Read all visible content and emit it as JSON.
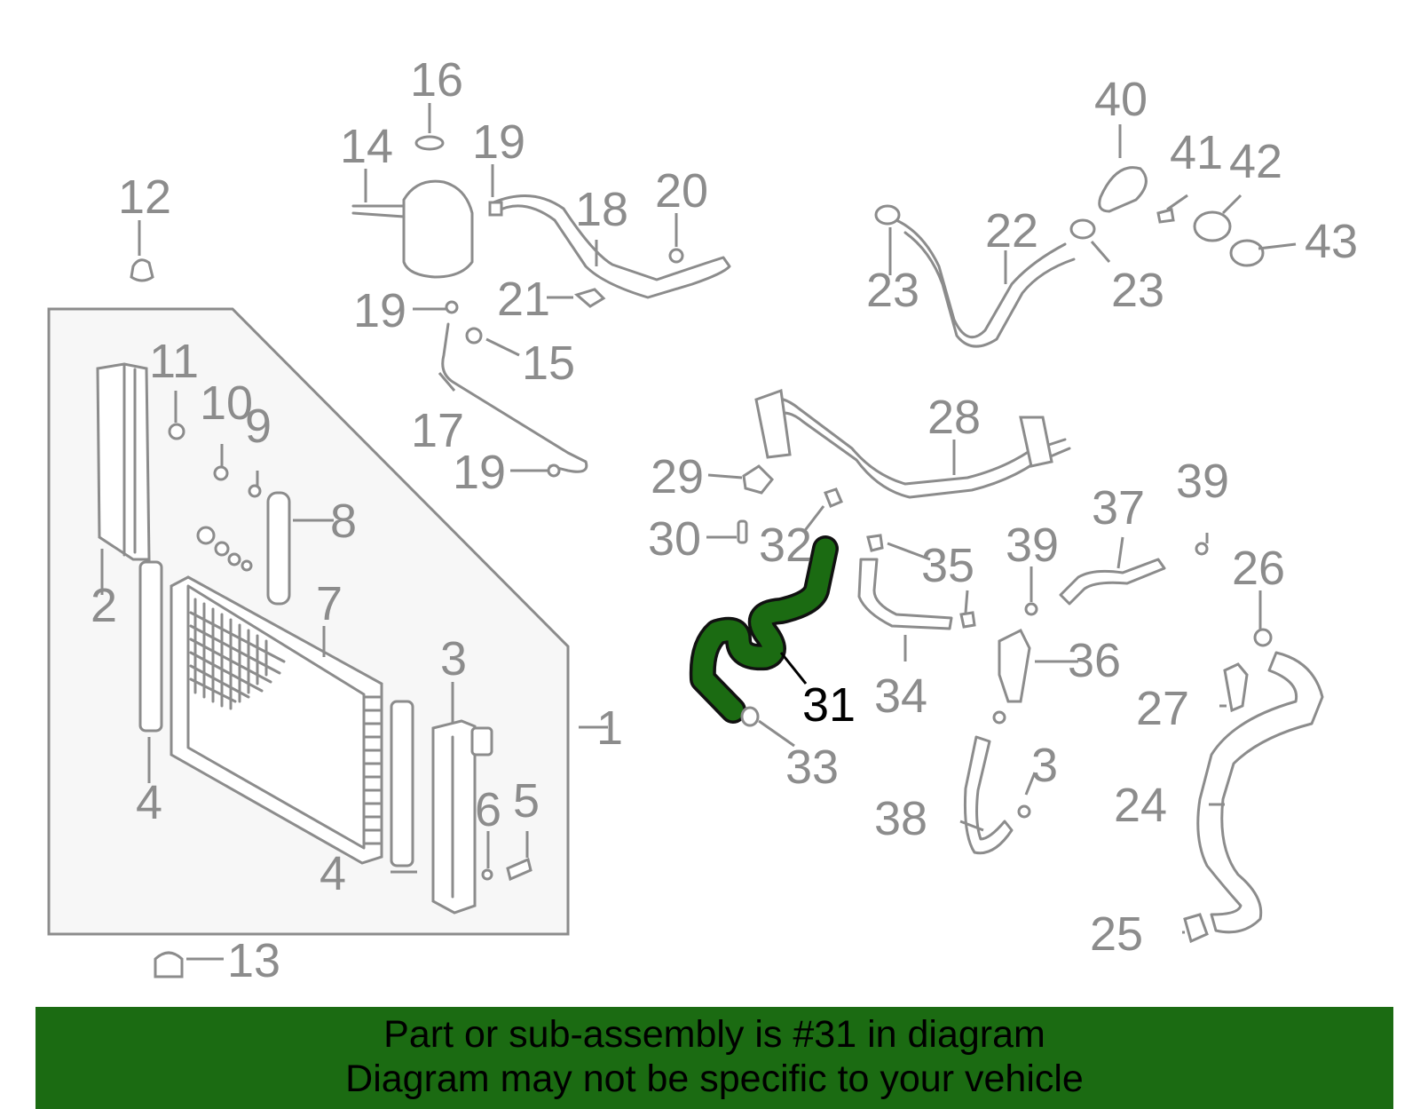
{
  "highlight_color": "#1b6b12",
  "part_color": "#8c8c8c",
  "highlighted_callout": "31",
  "callouts": {
    "c1": "1",
    "c2": "2",
    "c3a": "3",
    "c3b": "3",
    "c4a": "4",
    "c4b": "4",
    "c5": "5",
    "c6": "6",
    "c7": "7",
    "c8": "8",
    "c9": "9",
    "c10": "10",
    "c11": "11",
    "c12": "12",
    "c13": "13",
    "c14": "14",
    "c15": "15",
    "c16": "16",
    "c17": "17",
    "c18": "18",
    "c19a": "19",
    "c19b": "19",
    "c19c": "19",
    "c20": "20",
    "c21": "21",
    "c22": "22",
    "c23a": "23",
    "c23b": "23",
    "c24": "24",
    "c25": "25",
    "c26": "26",
    "c27": "27",
    "c28": "28",
    "c29": "29",
    "c30": "30",
    "c31": "31",
    "c32": "32",
    "c33": "33",
    "c34": "34",
    "c35": "35",
    "c36": "36",
    "c37": "37",
    "c38": "38",
    "c39a": "39",
    "c39b": "39",
    "c40": "40",
    "c41": "41",
    "c42": "42",
    "c43": "43"
  },
  "banner": {
    "line1": "Part or sub-assembly is #31 in diagram",
    "line2": "Diagram may not be specific to your vehicle"
  }
}
